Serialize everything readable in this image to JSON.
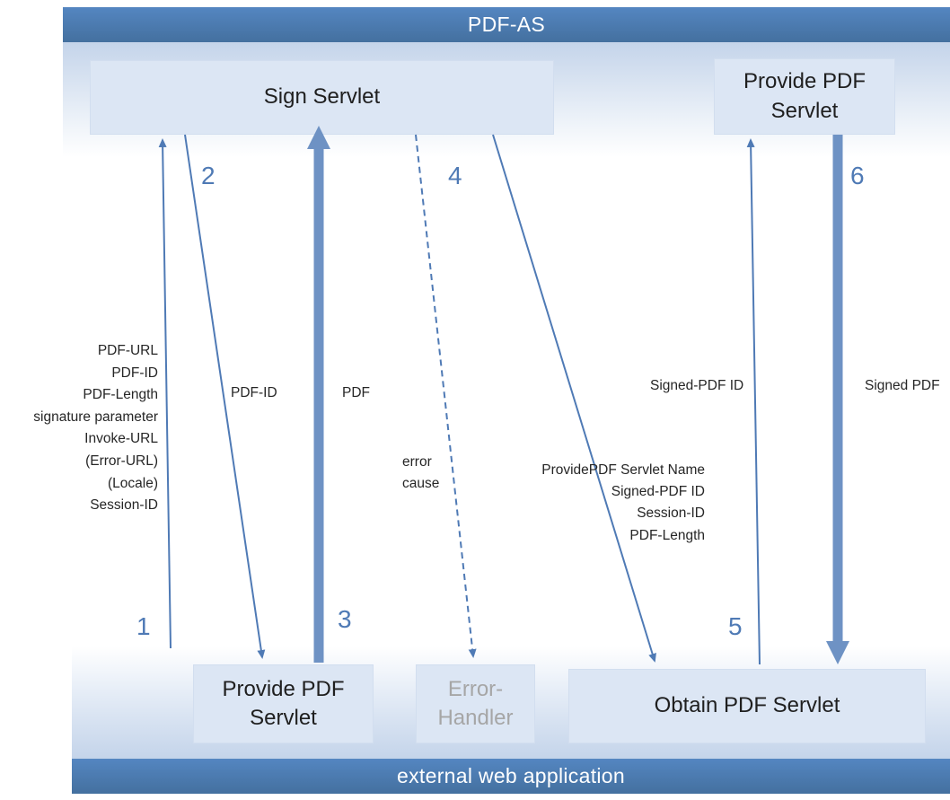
{
  "colors": {
    "header_bar": "#4a79b2",
    "arrow": "#4f7ab5",
    "thick_arrow": "#6e92c4",
    "band": "#c4d4ea",
    "node_fill": "#dce6f4",
    "step_number": "#4f7ab5",
    "muted_text": "#a6a6a6"
  },
  "top_band": {
    "title": "PDF-AS",
    "sign_servlet": "Sign Servlet",
    "provide_pdf_servlet": "Provide PDF\nServlet"
  },
  "bottom_band": {
    "title": "external web application",
    "provide_pdf_servlet": "Provide PDF\nServlet",
    "error_handler": "Error-\nHandler",
    "obtain_pdf_servlet": "Obtain PDF Servlet"
  },
  "steps": {
    "s1": "1",
    "s2": "2",
    "s3": "3",
    "s4": "4",
    "s5": "5",
    "s6": "6"
  },
  "labels": {
    "sign_request_params": "PDF-URL\nPDF-ID\nPDF-Length\nsignature parameter\nInvoke-URL\n(Error-URL)\n(Locale)\nSession-ID",
    "pdf_id": "PDF-ID",
    "pdf": "PDF",
    "error_cause": "error\ncause",
    "obtain_redirect_params": "ProvidePDF Servlet Name\nSigned-PDF ID\nSession-ID\nPDF-Length",
    "signed_pdf_id": "Signed-PDF ID",
    "signed_pdf": "Signed PDF"
  }
}
